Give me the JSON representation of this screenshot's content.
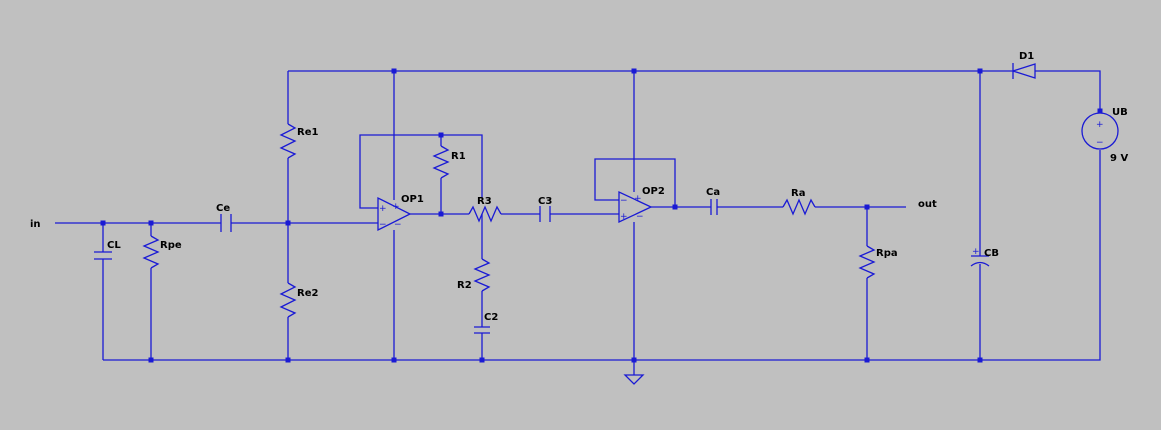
{
  "ports": {
    "in": "in",
    "out": "out"
  },
  "components": {
    "CL": "CL",
    "Rpe": "Rpe",
    "Ce": "Ce",
    "Re1": "Re1",
    "Re2": "Re2",
    "OP1": "OP1",
    "R1": "R1",
    "R3": "R3",
    "R2": "R2",
    "C2": "C2",
    "C3": "C3",
    "OP2": "OP2",
    "Ca": "Ca",
    "Ra": "Ra",
    "Rpa": "Rpa",
    "CB": "CB",
    "D1": "D1",
    "UB": "UB"
  },
  "values": {
    "UB": "9 V"
  },
  "symbols": {
    "plus": "+",
    "minus": "−"
  },
  "colors": {
    "background": "#c0c0c0",
    "wire": "#1a1ad4",
    "label": "#000000"
  }
}
